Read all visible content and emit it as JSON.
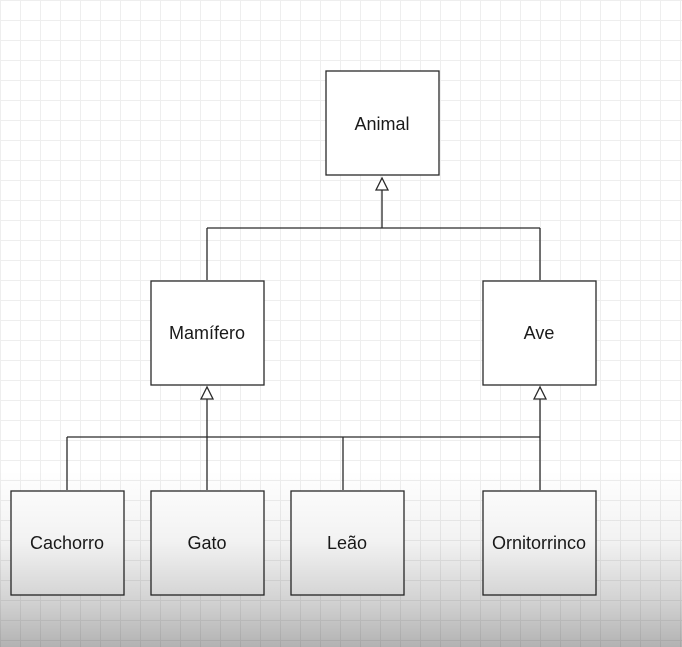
{
  "diagram": {
    "type": "class-hierarchy",
    "nodes": [
      {
        "id": "animal",
        "label": "Animal"
      },
      {
        "id": "mamifero",
        "label": "Mamífero"
      },
      {
        "id": "ave",
        "label": "Ave"
      },
      {
        "id": "cachorro",
        "label": "Cachorro"
      },
      {
        "id": "gato",
        "label": "Gato"
      },
      {
        "id": "leao",
        "label": "Leão"
      },
      {
        "id": "ornitorrinco",
        "label": "Ornitorrinco"
      }
    ],
    "edges": [
      {
        "from": "mamifero",
        "to": "animal",
        "kind": "inheritance"
      },
      {
        "from": "ave",
        "to": "animal",
        "kind": "inheritance"
      },
      {
        "from": "cachorro",
        "to": "mamifero",
        "kind": "inheritance"
      },
      {
        "from": "gato",
        "to": "mamifero",
        "kind": "inheritance"
      },
      {
        "from": "leao",
        "to": "mamifero",
        "kind": "inheritance"
      },
      {
        "from": "ornitorrinco",
        "to": "mamifero",
        "kind": "inheritance"
      },
      {
        "from": "ornitorrinco",
        "to": "ave",
        "kind": "inheritance"
      }
    ]
  }
}
